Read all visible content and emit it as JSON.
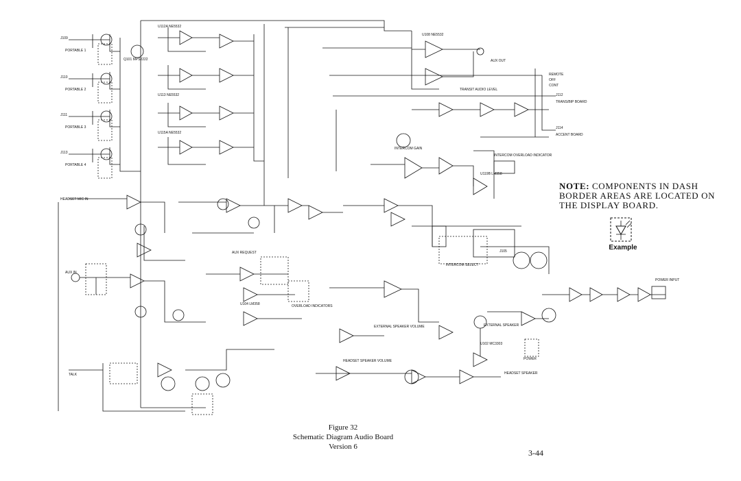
{
  "note": {
    "lead": "NOTE:",
    "text": " COMPONENTS IN DASH BORDER AREAS ARE LOCATED ON THE DISPLAY BOARD."
  },
  "example_label": "Example",
  "caption": {
    "figure": "Figure 32",
    "title": "Schematic Diagram Audio Board",
    "version": "Version 6"
  },
  "page_number": "3-44",
  "labels": {
    "j109": "J109",
    "j110": "J110",
    "j111": "J111",
    "j112": "J112",
    "j113": "J113",
    "j114": "J114",
    "portable1": "PORTABLE 1",
    "portable2": "PORTABLE 2",
    "portable3": "PORTABLE 3",
    "portable4": "PORTABLE 4",
    "aux_out": "AUX OUT",
    "aux_in": "AUX IN",
    "j105": "J105",
    "transit_audio_level": "TRANSIT AUDIO LEVEL",
    "trans_bip_board": "TRANS/BIP BOARD",
    "accent_board": "ACCENT BOARD",
    "intercom_gain": "INTERCOM GAIN",
    "intercom_overload": "INTERCOM OVERLOAD INDICATOR",
    "intercom_select": "INTERCOM SELECT",
    "aux_request": "AUX REQUEST",
    "overload_indicators": "OVERLOAD INDICATORS",
    "external_speaker_volume": "EXTERNAL SPEAKER VOLUME",
    "headset_speaker_volume": "HEADSET SPEAKER VOLUME",
    "external_speaker": "EXTERNAL SPEAKER",
    "headset_speaker": "HEADSET SPEAKER",
    "power_input": "POWER INPUT",
    "talk": "TALK",
    "remote": "REMOTE",
    "off": "OFF",
    "cont": "CONT",
    "power": "POWER",
    "headset_mic_in": "HEADSET MIC IN",
    "u112": "U112A NE5532",
    "u113": "U113 NE5532",
    "u115": "U115A NE5532",
    "u108": "U108 NE5532",
    "u119": "U119B LM358",
    "u104": "U104 LM358",
    "u102": "U102 MC3303",
    "q101": "Q101 MPS2222"
  }
}
